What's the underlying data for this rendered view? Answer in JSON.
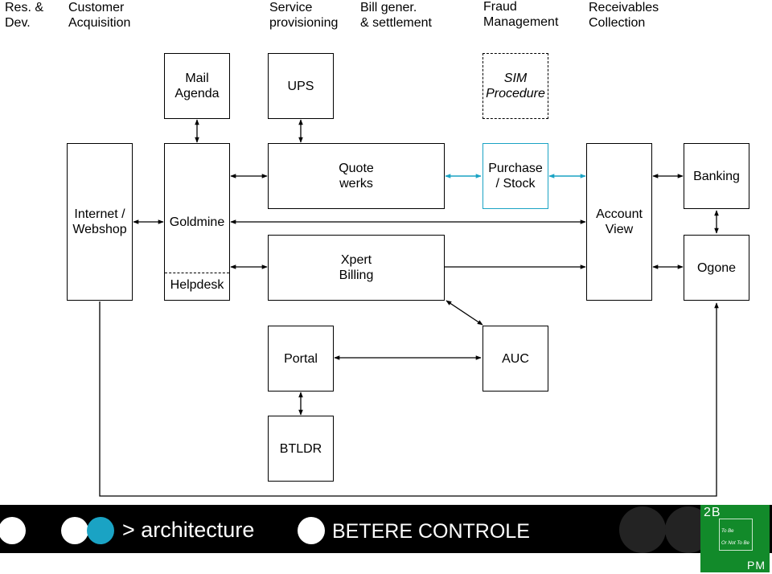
{
  "header": {
    "columns": [
      {
        "lines": [
          "Res. &",
          "Dev."
        ]
      },
      {
        "lines": [
          "Customer",
          "Acquisition"
        ]
      },
      {
        "lines": [
          "Service",
          "provisioning"
        ]
      },
      {
        "lines": [
          "Bill  gener.",
          "& settlement"
        ]
      },
      {
        "lines": [
          "Fraud",
          "Management"
        ]
      },
      {
        "lines": [
          "Receivables",
          "Collection"
        ]
      }
    ]
  },
  "boxes": {
    "mail_agenda": [
      "Mail",
      "Agenda"
    ],
    "ups": "UPS",
    "sim_procedure": [
      "SIM",
      "Procedure"
    ],
    "internet_webshop": [
      "Internet /",
      "Webshop"
    ],
    "goldmine": "Goldmine",
    "helpdesk": "Helpdesk",
    "quote_werks": [
      "Quote",
      "werks"
    ],
    "purchase_stock": [
      "Purchase",
      "/ Stock"
    ],
    "account_view": [
      "Account",
      "View"
    ],
    "banking": "Banking",
    "xpert_billing": [
      "Xpert",
      "Billing"
    ],
    "ogone": "Ogone",
    "portal": "Portal",
    "auc": "AUC",
    "btldr": "BTLDR"
  },
  "footer": {
    "title": "> architecture",
    "subtitle": "BETERE CONTROLE"
  },
  "logo": {
    "top": "2B",
    "line1": "To Be",
    "line2": "Or Not To Be",
    "bottom": "PM"
  },
  "colors": {
    "accent": "#1aa3c4",
    "footer_bg": "#000000",
    "logo_bg": "#128a2a"
  }
}
